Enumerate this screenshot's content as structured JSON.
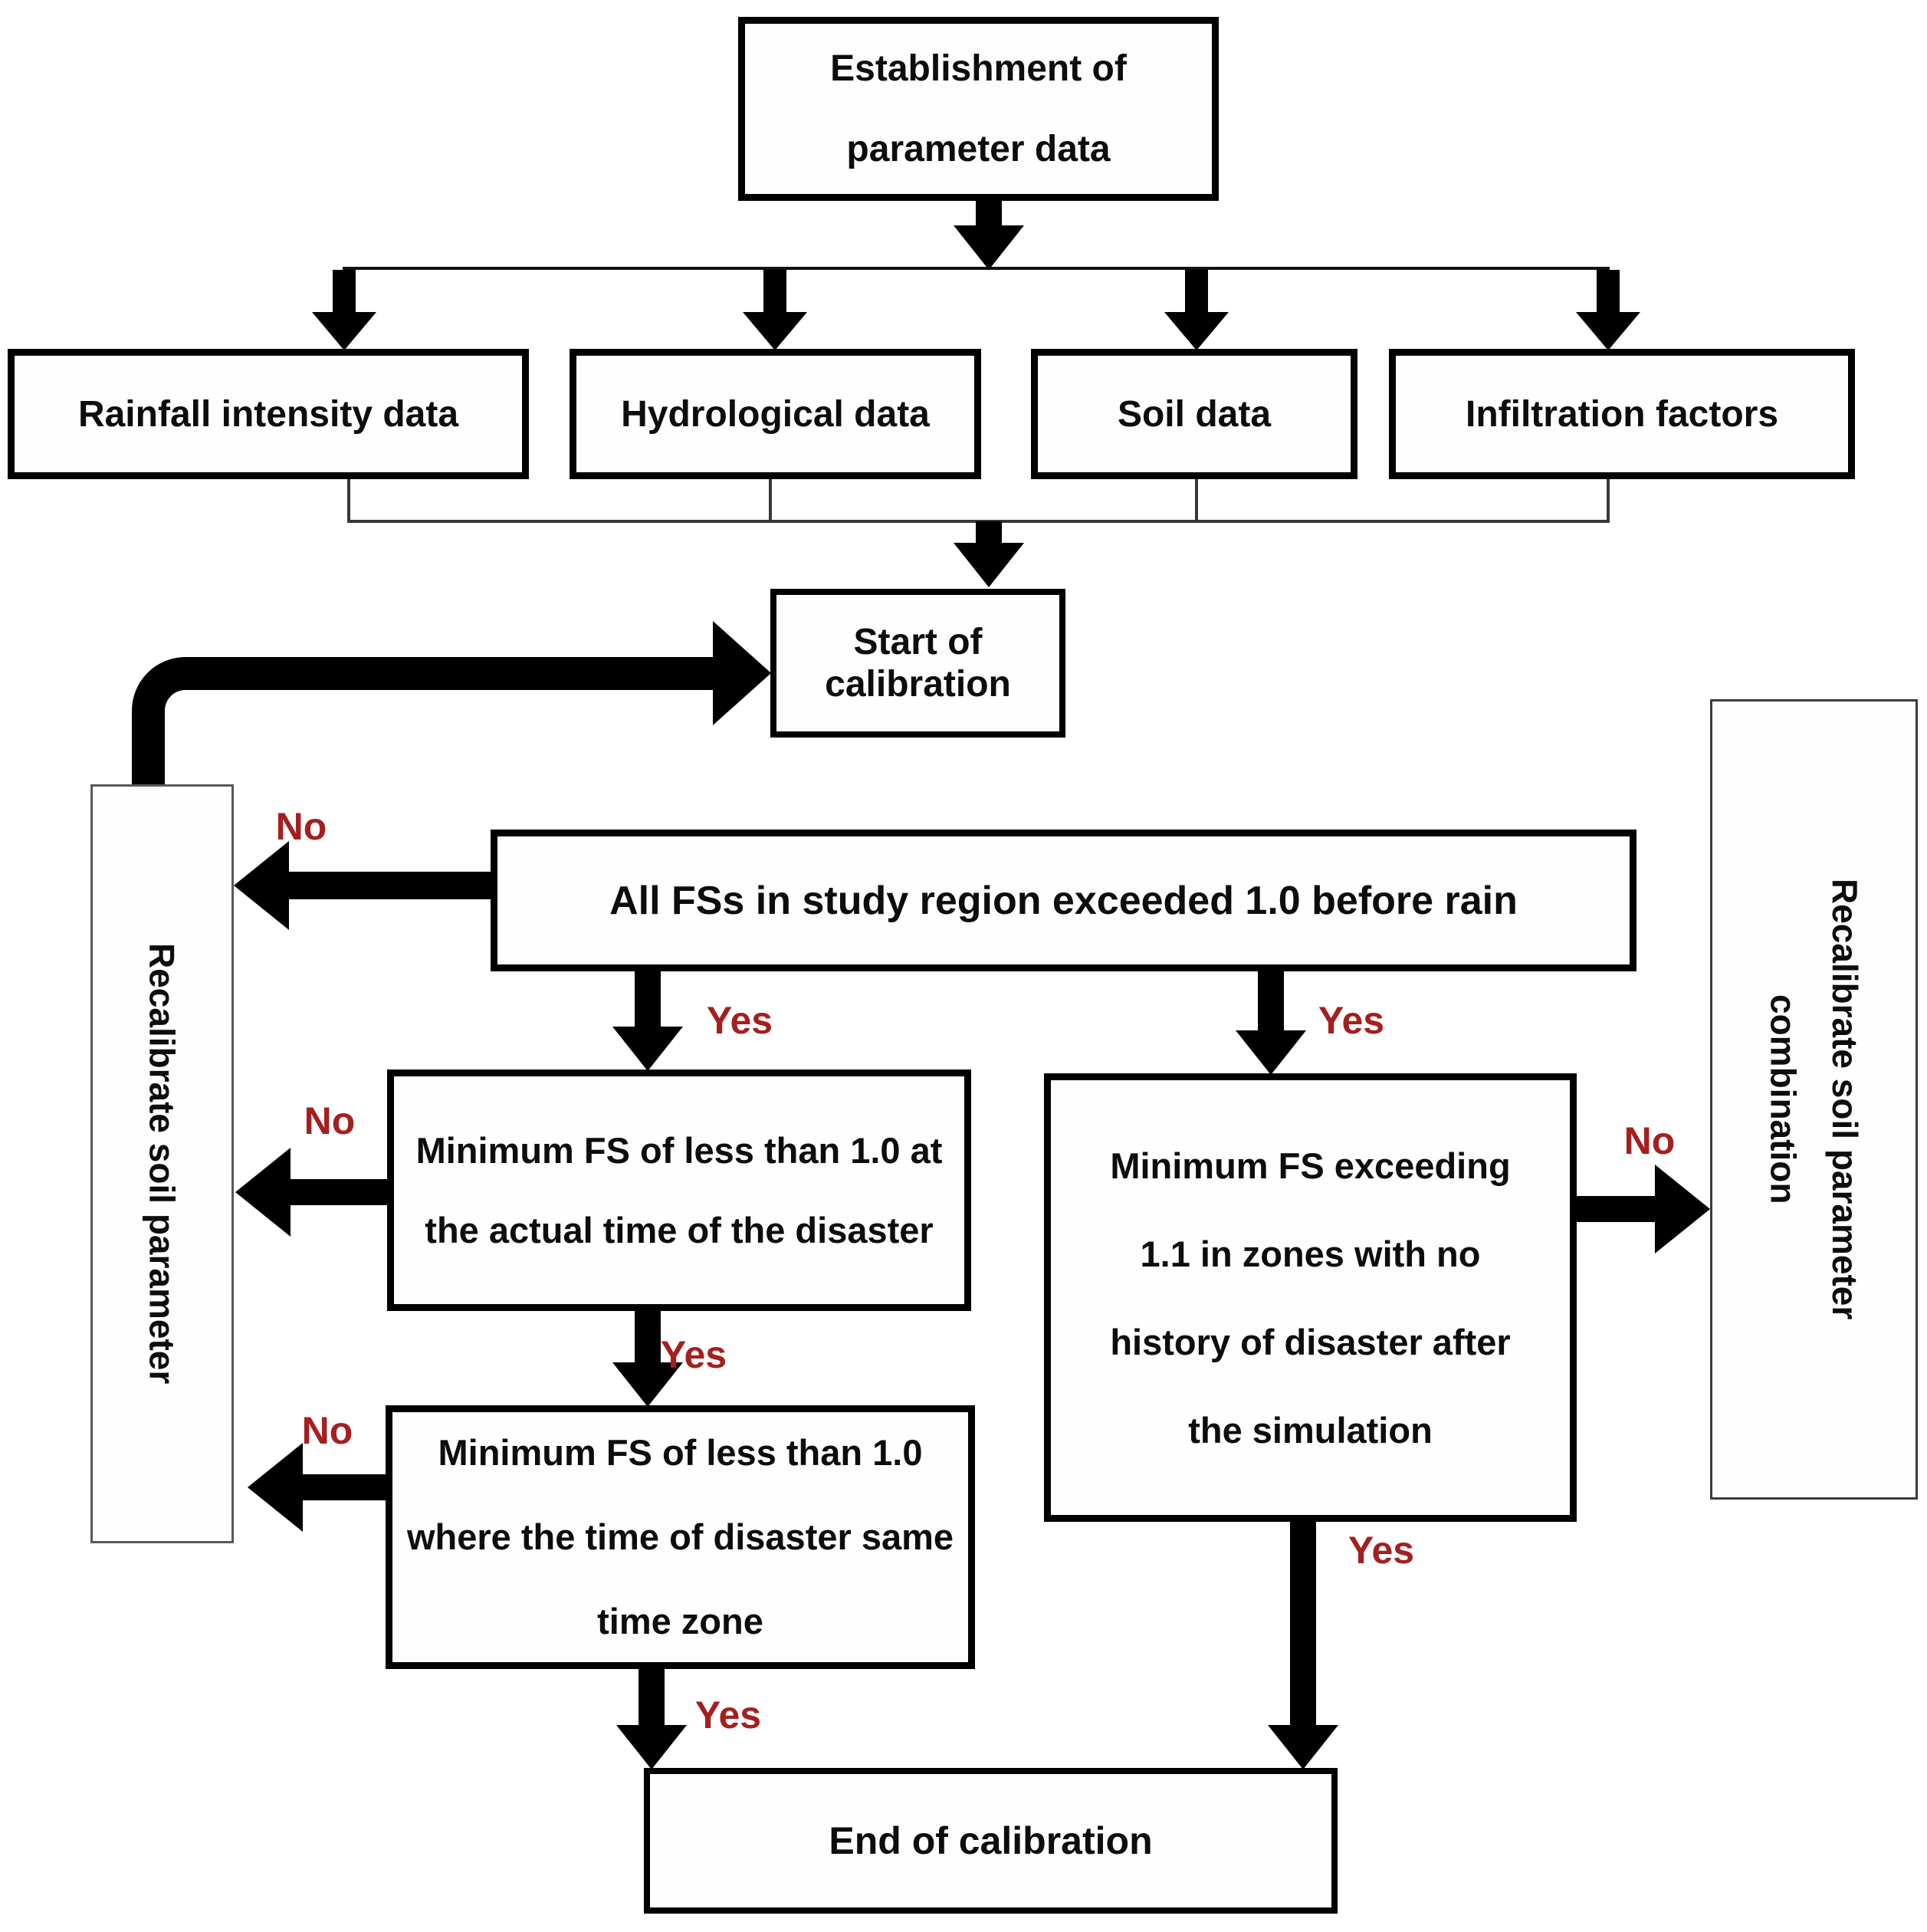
{
  "title": "Calibration procedure flowchart",
  "colors": {
    "label_red": "#a51f1f",
    "line_black": "#000000"
  },
  "labels": {
    "yes": "Yes",
    "no": "No"
  },
  "nodes": {
    "establishment": {
      "label": "Establishment of parameter data"
    },
    "rainfall": {
      "label": "Rainfall intensity data"
    },
    "hydrological": {
      "label": "Hydrological data"
    },
    "soil": {
      "label": "Soil data"
    },
    "infiltration": {
      "label": "Infiltration factors"
    },
    "start_calibration": {
      "label": "Start of calibration"
    },
    "fs_before_rain": {
      "label": "All FSs in study region exceeded 1.0 before rain"
    },
    "min_fs_actual_time": {
      "label": "Minimum FS of less than 1.0 at the actual time of the disaster"
    },
    "min_fs_same_zone": {
      "label": "Minimum FS of less than 1.0 where the time of disaster same time zone"
    },
    "min_fs_no_history": {
      "label": "Minimum FS exceeding 1.1 in zones with no history of disaster after the simulation"
    },
    "recalibrate_soil": {
      "label": "Recalibrate soil parameter"
    },
    "recalibrate_combination": {
      "label": "Recalibrate soil parameter combination",
      "label_lines": [
        "Recalibrate soil parameter",
        "combination"
      ]
    },
    "end_calibration": {
      "label": "End of calibration"
    }
  }
}
